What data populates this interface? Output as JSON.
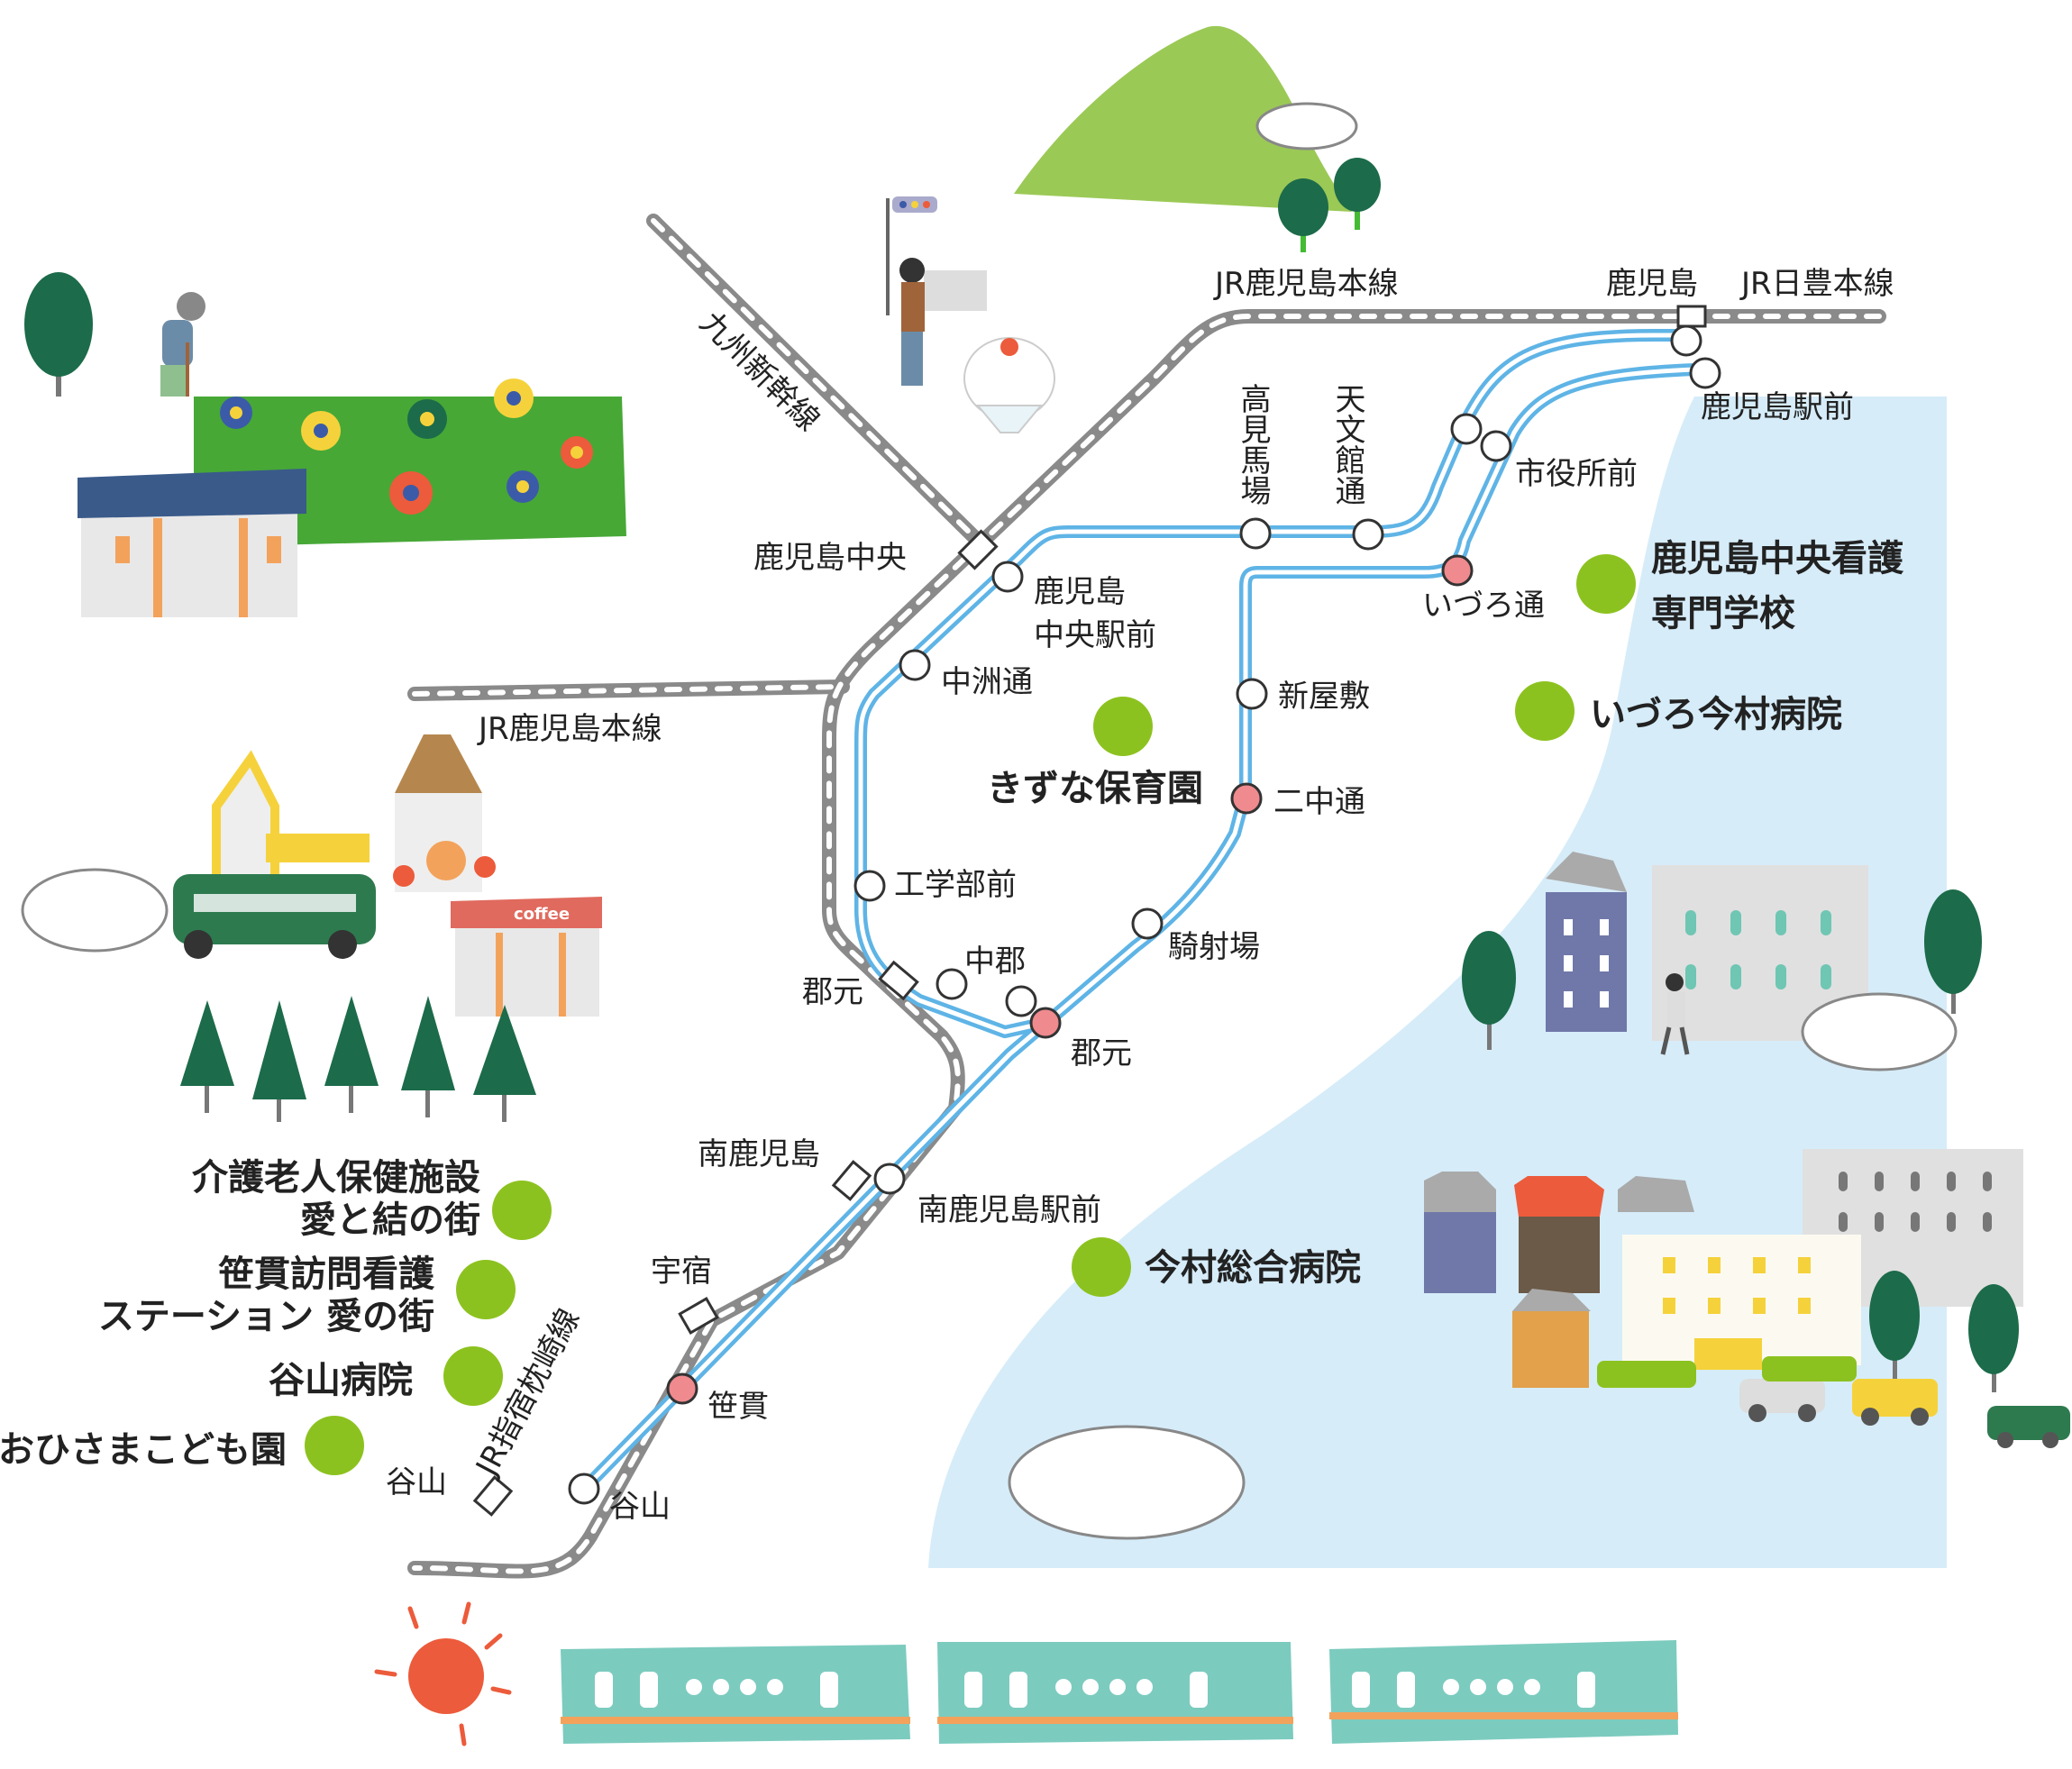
{
  "lines": {
    "jr_kagoshima_main_top": "JR鹿児島本線",
    "jr_kagoshima_main_left": "JR鹿児島本線",
    "jr_nippo": "JR日豊本線",
    "kyushu_shinkansen": "九州新幹線",
    "jr_ibusuki_makurazaki": "JR指宿枕崎線"
  },
  "jr_stations": {
    "kagoshima": "鹿児島",
    "kagoshima_chuo": "鹿児島中央",
    "korimoto": "郡元",
    "minami_kagoshima": "南鹿児島",
    "usuki": "宇宿",
    "taniyama": "谷山"
  },
  "tram_stops": {
    "kagoshima_ekimae": "鹿児島駅前",
    "shiyakushomae": "市役所前",
    "tenmonkan": "天文館通",
    "takami_baba": "高見馬場",
    "kagoshima_chuo_ekimae_1": "鹿児島",
    "kagoshima_chuo_ekimae_2": "中央駅前",
    "nakasu": "中洲通",
    "kogakubumae": "工学部前",
    "nakagori": "中郡",
    "korimoto": "郡元",
    "izuro": "いづろ通",
    "shinyashiki": "新屋敷",
    "nichu": "二中通",
    "kishaba": "騎射場",
    "minami_kagoshima_ekimae": "南鹿児島駅前",
    "sasanuki": "笹貫",
    "taniyama": "谷山"
  },
  "facilities": {
    "nursing_school_1": "鹿児島中央看護",
    "nursing_school_2": "専門学校",
    "izuro_hospital": "いづろ今村病院",
    "kizuna": "きずな保育園",
    "imamura_general": "今村総合病院",
    "kaigo_1": "介護老人保健施設",
    "kaigo_2": "愛と結の街",
    "homon_1": "笹貫訪問看護",
    "homon_2": "ステーション 愛の街",
    "taniyama_hospital": "谷山病院",
    "ohisama": "おひさまこども園"
  },
  "shop_sign": "coffee",
  "colors": {
    "sea": "#d6ecf9",
    "jr_line": "#8a8a8a",
    "tram_line": "#5fb4e6",
    "facility_dot": "#8cc21f",
    "highlight_stop": "#ef8a8e",
    "train_body": "#7ccbbf",
    "sun": "#ec5b3b"
  }
}
